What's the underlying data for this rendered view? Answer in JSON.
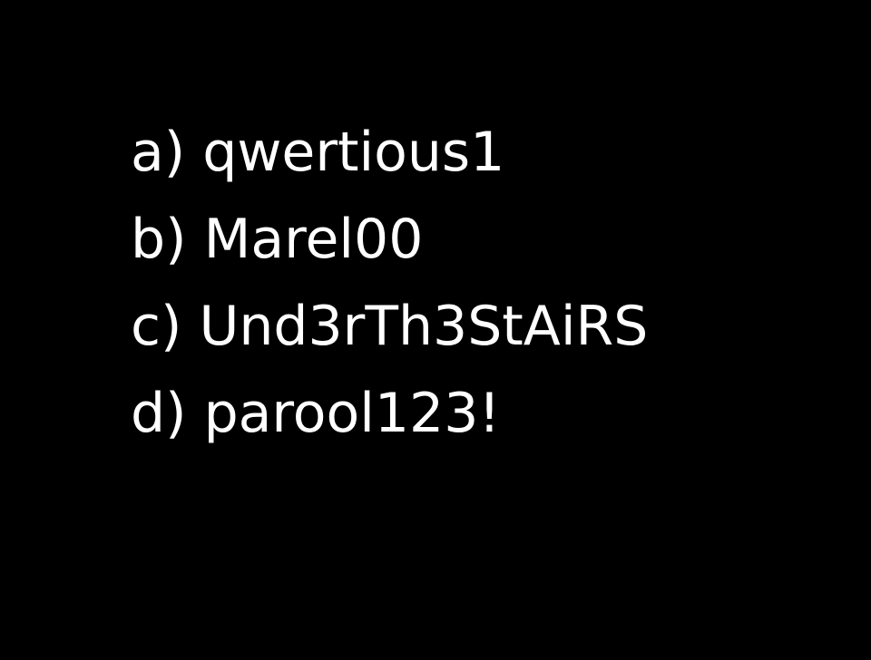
{
  "background_color": "#000000",
  "text_color": "#ffffff",
  "options": [
    {
      "label": "a) qwertious1"
    },
    {
      "label": "b) Marel00"
    },
    {
      "label": "c) Und3rTh3StAiRS"
    },
    {
      "label": "d) parool123!"
    }
  ]
}
